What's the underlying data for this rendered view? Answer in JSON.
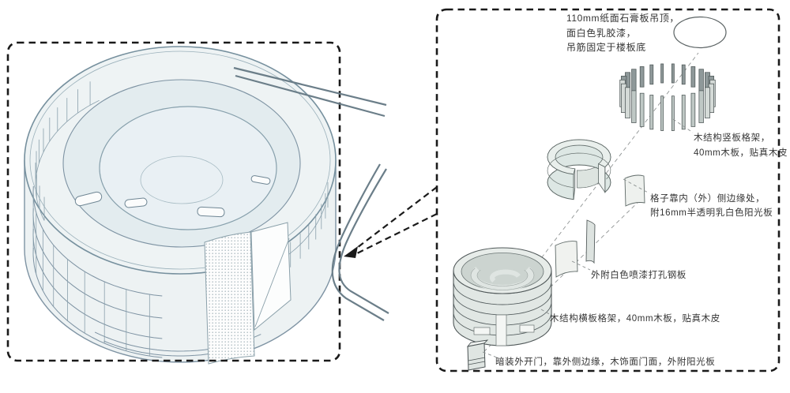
{
  "figure": {
    "left_panel_name": "overall-axonometric-drum-building",
    "right_panel_name": "exploded-construction-detail"
  },
  "labels": {
    "ceiling": [
      "110mm纸面石膏板吊顶，",
      "面白色乳胶漆，",
      "吊筋固定于楼板底"
    ],
    "vertical_lattice": [
      "木结构竖板格架，",
      "40mm木板，贴真木皮"
    ],
    "lattice_edge": [
      "格子靠内（外）侧边缘处，",
      "附16mm半透明乳白色阳光板"
    ],
    "perforated_plate": [
      "外附白色喷漆打孔钢板"
    ],
    "horizontal_lattice": [
      "木结构横板格架，40mm木板，贴真木皮"
    ],
    "door": [
      "暗装外开门，靠外侧边缘，木饰面门面，外附阳光板"
    ]
  },
  "colors": {
    "dashed_border": "#1a1a1a",
    "building_line": "#7e93a3",
    "building_fill": "#edf2f3",
    "skylight_fill": "#e9f0f4",
    "component_outline": "#51595a",
    "component_fill": "#e1e7e4",
    "pipe_line": "#6b7e89",
    "annotation_text": "#353535"
  }
}
